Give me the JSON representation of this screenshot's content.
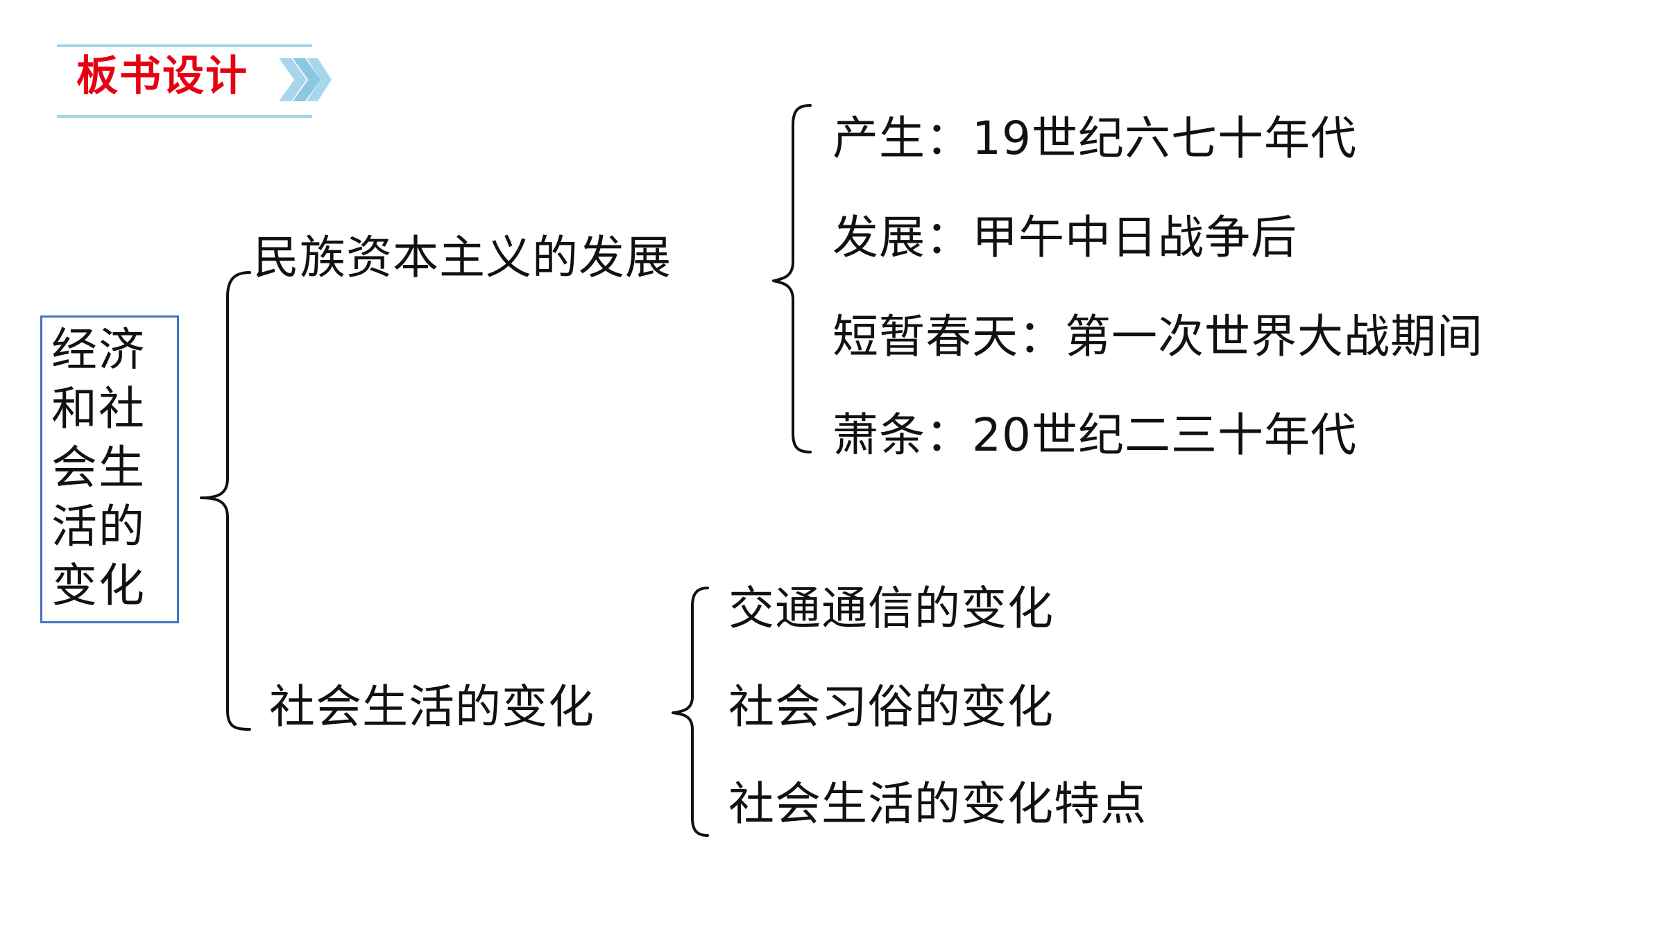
{
  "header": {
    "title": "板书设计",
    "accent_color": "#e60012",
    "line_color": "#a9d3e6",
    "chevron_color": "#9ccfe6"
  },
  "diagram": {
    "root": "经济和社会生活的变化",
    "root_border_color": "#4472c4",
    "branches": [
      {
        "label": "民族资本主义的发展",
        "children": [
          "产生：19世纪六七十年代",
          "发展：甲午中日战争后",
          "短暂春天：第一次世界大战期间",
          "萧条：20世纪二三十年代"
        ]
      },
      {
        "label": "社会生活的变化",
        "children": [
          "交通通信的变化",
          "社会习俗的变化",
          "社会生活的变化特点"
        ]
      }
    ]
  }
}
